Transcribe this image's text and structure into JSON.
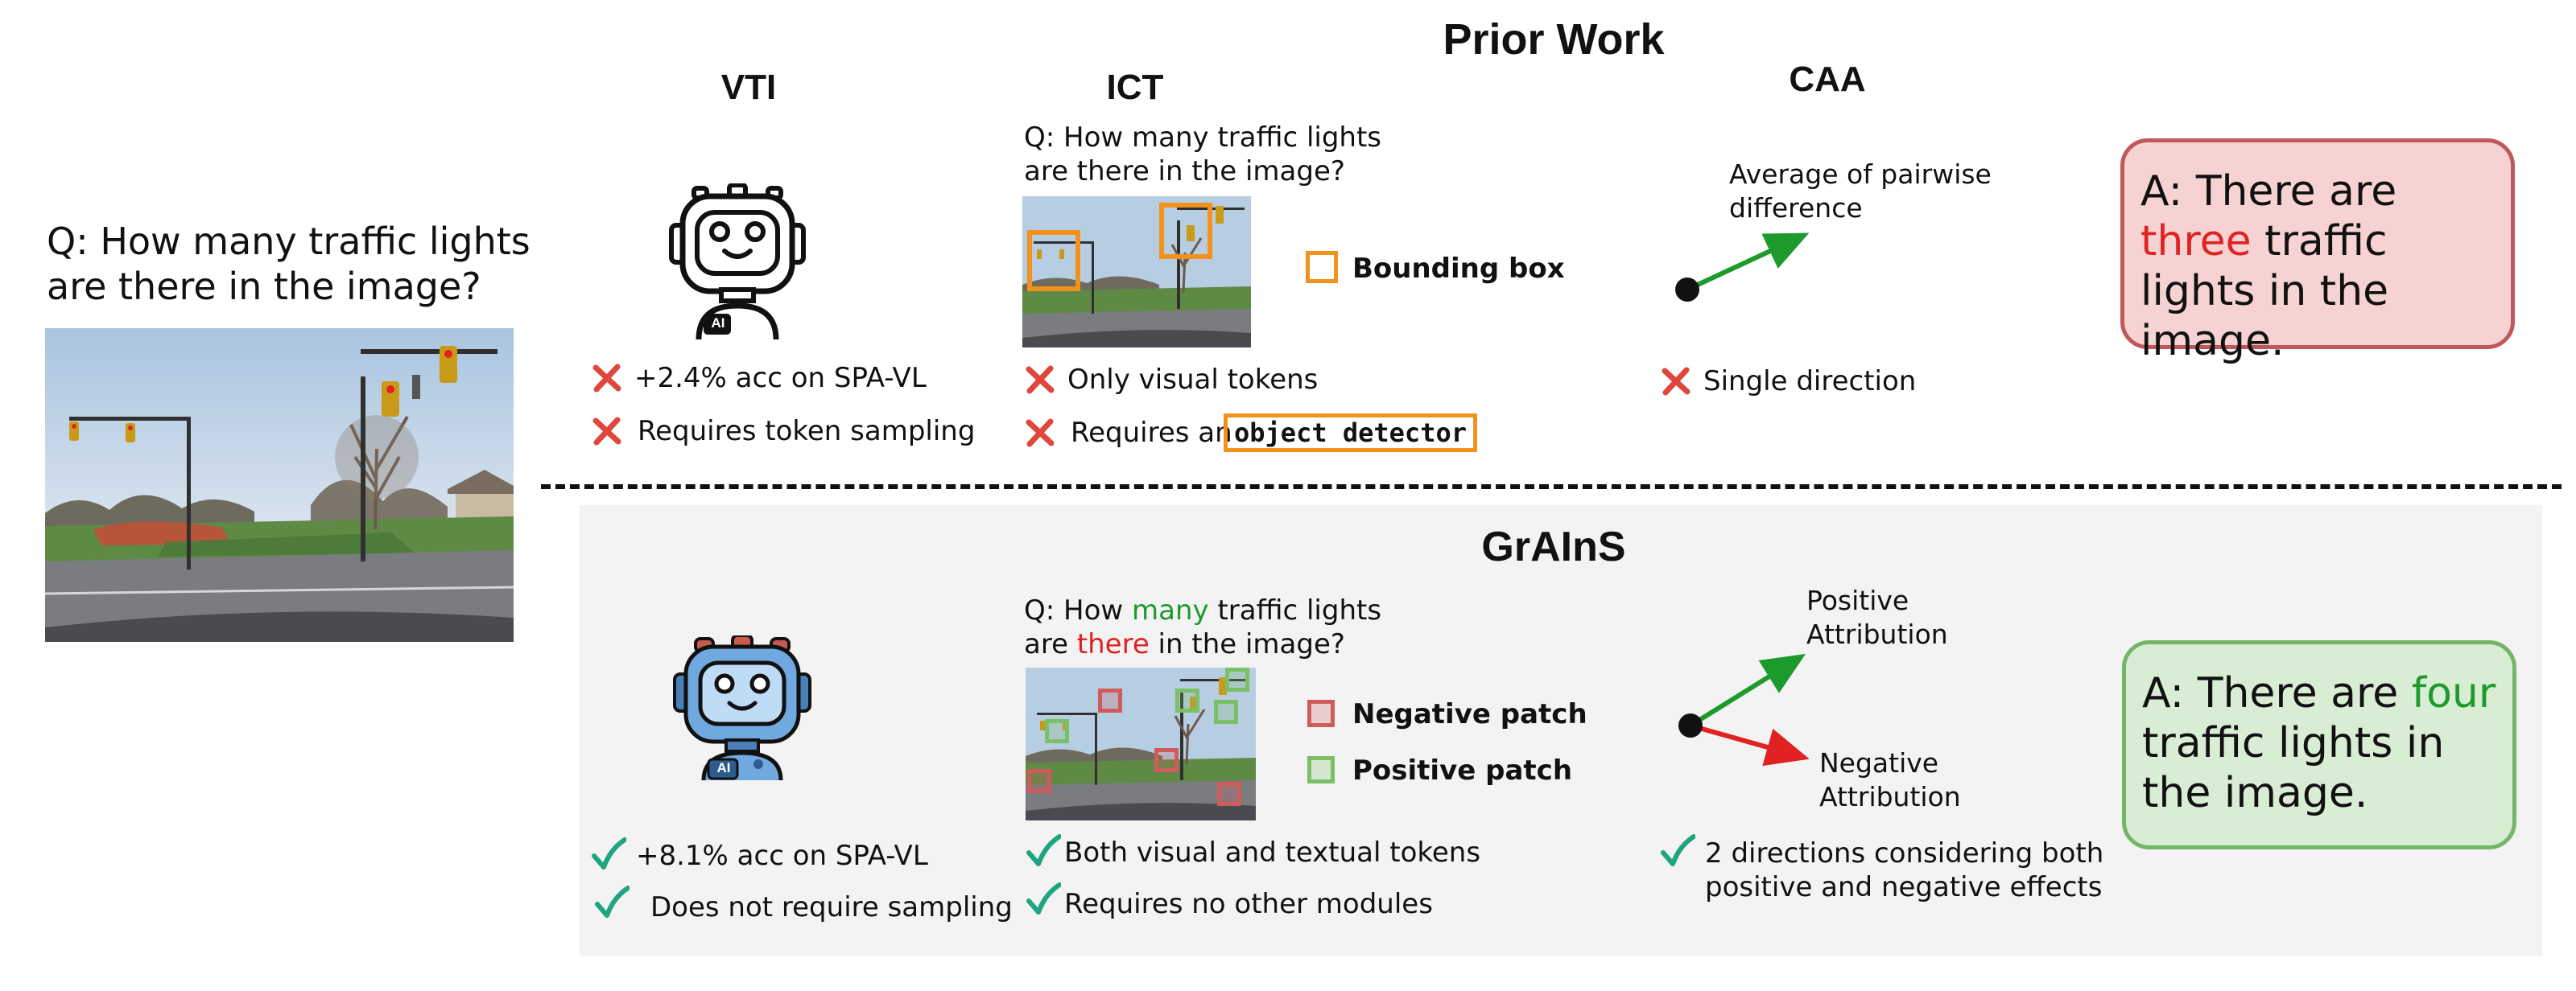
{
  "prior_work": {
    "heading": "Prior Work",
    "vti": {
      "title": "VTI",
      "cons": [
        "+2.4% acc on SPA-VL",
        "Requires token sampling"
      ]
    },
    "ict": {
      "title": "ICT",
      "question_line1": "Q: How many traffic lights",
      "question_line2": "are there in the image?",
      "legend_bbox": "Bounding box",
      "con1": "Only visual tokens",
      "con2_prefix": "Requires an",
      "con2_boxed": "object detector"
    },
    "caa": {
      "title": "CAA",
      "arrow_label_line1": "Average of pairwise",
      "arrow_label_line2": "difference",
      "con": "Single direction"
    },
    "answer": {
      "line1": "A: There are",
      "wrong_word": "three",
      "line2_rest": " traffic",
      "line3": "lights in the image."
    }
  },
  "main_question": {
    "line1": "Q: How many traffic lights",
    "line2": "are there in the image?"
  },
  "grains": {
    "heading": "GrAInS",
    "vti_pros": [
      "+8.1% acc on SPA-VL",
      "Does not require sampling"
    ],
    "ict_question": {
      "q_prefix": "Q: How ",
      "positive_word": "many",
      "q_mid": " traffic lights",
      "line2_prefix": "are ",
      "negative_word": "there",
      "line2_rest": " in the image?"
    },
    "legend_negative": "Negative patch",
    "legend_positive": "Positive patch",
    "ict_pros": [
      "Both visual and textual tokens",
      "Requires no other modules"
    ],
    "positive_label_line1": "Positive",
    "positive_label_line2": "Attribution",
    "negative_label_line1": "Negative",
    "negative_label_line2": "Attribution",
    "caa_pro_line1": "2 directions considering both",
    "caa_pro_line2": "positive and negative effects",
    "answer": {
      "line1_prefix": "A: There are ",
      "correct_word": "four",
      "line2": "traffic lights in",
      "line3": "the image."
    }
  },
  "robot_badge": "AI",
  "colors": {
    "cross_red": "#e0463c",
    "check_green": "#1fa57f",
    "orange": "#f2921d",
    "neg_box": "#cf5b5b",
    "pos_box": "#7cbf67",
    "arrow_green": "#1d9a2c",
    "arrow_red": "#e02222",
    "answer_wrong_bg": "#f6d3d2",
    "answer_wrong_border": "#c0575b",
    "answer_right_bg": "#d9ecd4",
    "answer_right_border": "#74b567",
    "grains_panel_bg": "#f3f3f3"
  }
}
